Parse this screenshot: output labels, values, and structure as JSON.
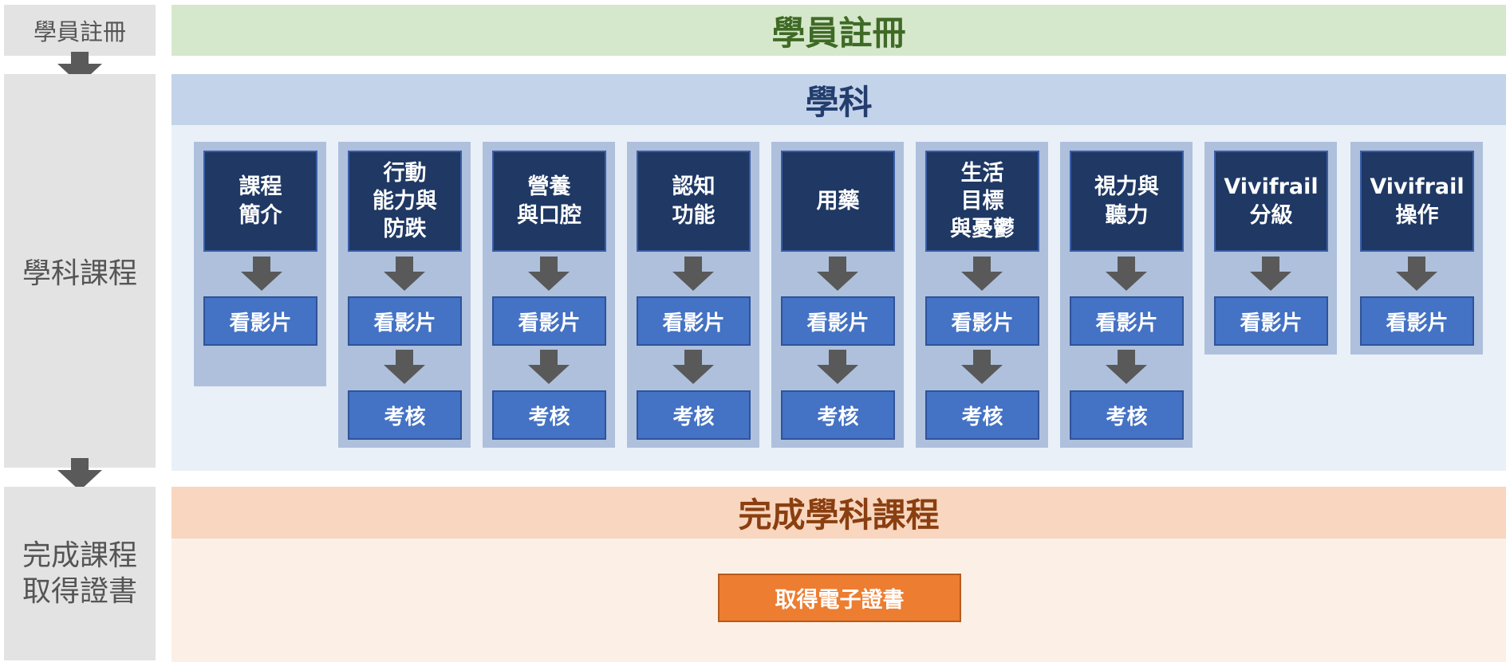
{
  "steps": {
    "register": "學員註冊",
    "courses": "學科課程",
    "complete": "完成課程\n取得證書"
  },
  "sections": {
    "register_title": "學員註冊",
    "subjects_title": "學科",
    "complete_title": "完成學科課程",
    "certificate": "取得電子證書"
  },
  "subjects": [
    {
      "title": "課程\n簡介",
      "watch": "看影片"
    },
    {
      "title": "行動\n能力與\n防跌",
      "watch": "看影片",
      "exam": "考核"
    },
    {
      "title": "營養\n與口腔",
      "watch": "看影片",
      "exam": "考核"
    },
    {
      "title": "認知\n功能",
      "watch": "看影片",
      "exam": "考核"
    },
    {
      "title": "用藥",
      "watch": "看影片",
      "exam": "考核"
    },
    {
      "title": "生活\n目標\n與憂鬱",
      "watch": "看影片",
      "exam": "考核"
    },
    {
      "title": "視力與\n聽力",
      "watch": "看影片",
      "exam": "考核"
    },
    {
      "title": "Vivifrail\n分級",
      "watch": "看影片"
    },
    {
      "title": "Vivifrail\n操作",
      "watch": "看影片"
    }
  ],
  "colors": {
    "step_bg": "#e3e3e3",
    "register_band": "#d6e8cb",
    "subject_band": "#c3d3ea",
    "complete_band": "#f9d6bf",
    "title_box": "#1f3864",
    "step_box": "#4472c4",
    "certificate": "#ed7d31"
  }
}
